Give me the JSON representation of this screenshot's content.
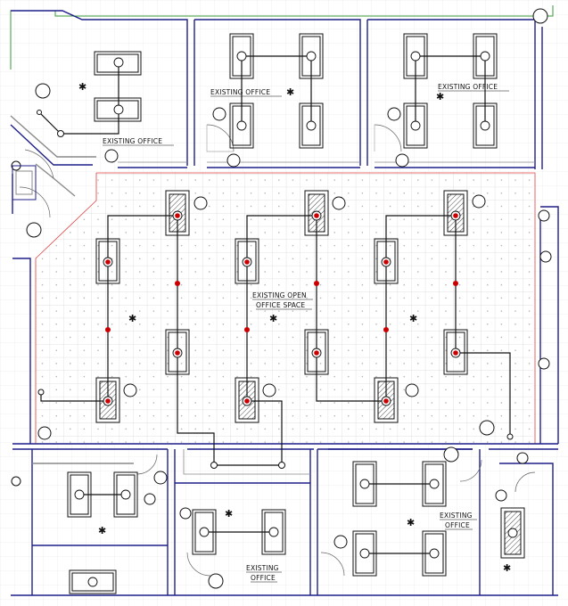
{
  "rooms": {
    "office_northwest": {
      "label": "EXISTING OFFICE"
    },
    "office_north_center": {
      "label": "EXISTING OFFICE"
    },
    "office_north_east": {
      "label": "EXISTING OFFICE"
    },
    "open_office": {
      "line1": "EXISTING OPEN",
      "line2": "OFFICE SPACE"
    },
    "office_south_center": {
      "line1": "EXISTING",
      "line2": "OFFICE"
    },
    "office_south_east": {
      "line1": "EXISTING",
      "line2": "OFFICE"
    }
  },
  "colors": {
    "wall": "#1f1f8a",
    "wall_grey": "#8a8a8a",
    "partition_red": "#e04040",
    "partition_green": "#3a9a3a",
    "circuit": "#111111",
    "device_red": "#cc0000",
    "grid": "#bdbdbd",
    "background": "#ffffff"
  }
}
